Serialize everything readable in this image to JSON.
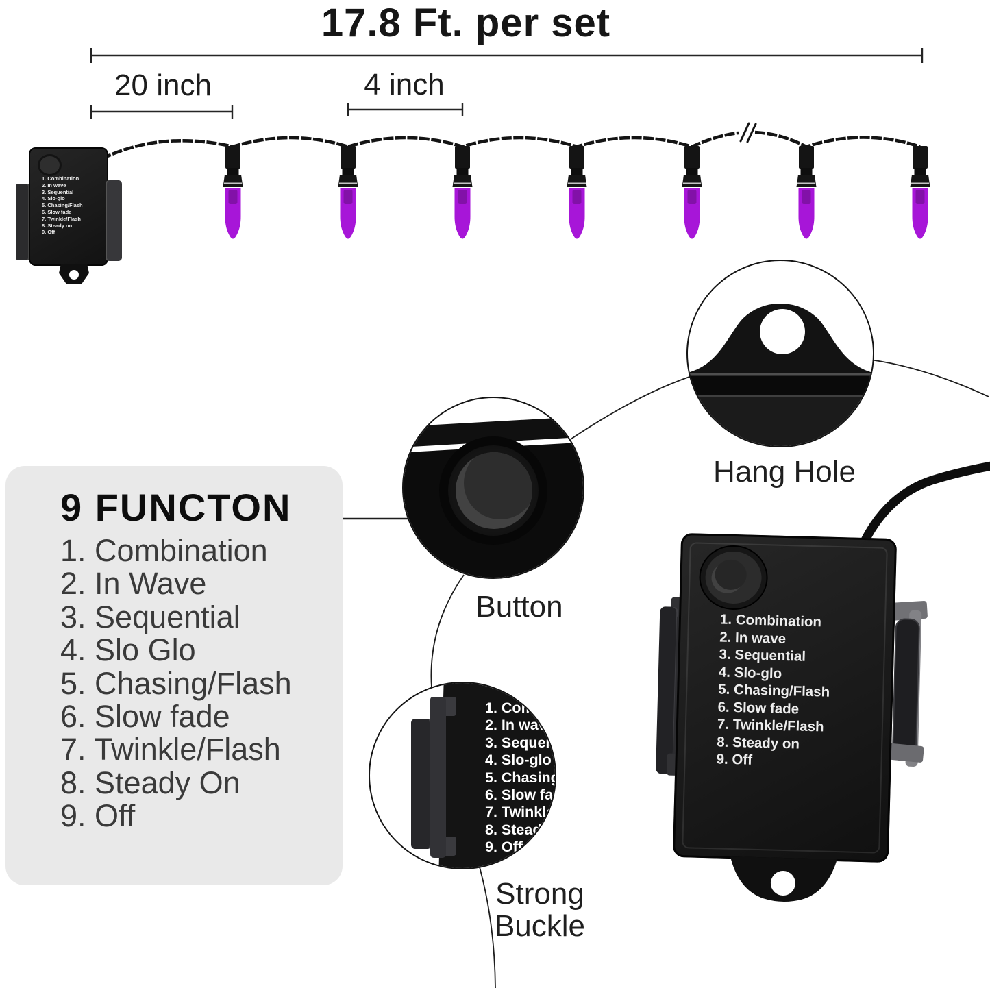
{
  "header": {
    "title": "17.8 Ft. per set",
    "lead_dimension": "20 inch",
    "bulb_spacing_dimension": "4 inch"
  },
  "functions_panel": {
    "title": "9 FUNCTON",
    "items": [
      "1. Combination",
      "2. In Wave",
      "3. Sequential",
      "4. Slo Glo",
      "5. Chasing/Flash",
      "6. Slow fade",
      "7. Twinkle/Flash",
      "8. Steady On",
      "9. Off"
    ]
  },
  "controller_functions": [
    "1. Combination",
    "2. In wave",
    "3. Sequential",
    "4. Slo-glo",
    "5. Chasing/Flash",
    "6. Slow fade",
    "7. Twinkle/Flash",
    "8. Steady on",
    "9. Off"
  ],
  "callouts": {
    "button": "Button",
    "hang_hole": "Hang Hole",
    "strong_buckle_line1": "Strong",
    "strong_buckle_line2": "Buckle"
  },
  "lights": {
    "bulb_count": 7
  },
  "colors": {
    "bulb": "#a716d8",
    "wire": "#141414",
    "panel-bg": "#e9e9e9",
    "ink": "#222222",
    "box-black": "#1a1a1a"
  }
}
